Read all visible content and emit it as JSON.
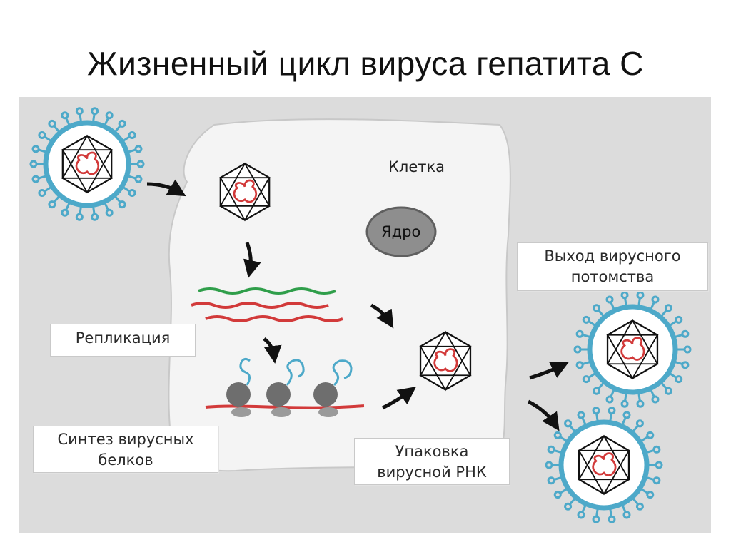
{
  "title": "Жизненный цикл вируса гепатита С",
  "labels": {
    "cell": "Клетка",
    "nucleus": "Ядро",
    "replication": "Репликация",
    "protein_synthesis_line1": "Синтез вирусных",
    "protein_synthesis_line2": "белков",
    "packaging_line1": "Упаковка",
    "packaging_line2": "вирусной РНК",
    "release_line1": "Выход вирусного",
    "release_line2": "потомства"
  },
  "colors": {
    "background_panel": "#dcdcdc",
    "cell": "#f3f3f3",
    "nucleus": "#8e8e8e",
    "envelope": "#4da9c9",
    "rna": "#d23a3a",
    "rna_green": "#2f9e4a",
    "ribosome": "#6e6e6e"
  }
}
